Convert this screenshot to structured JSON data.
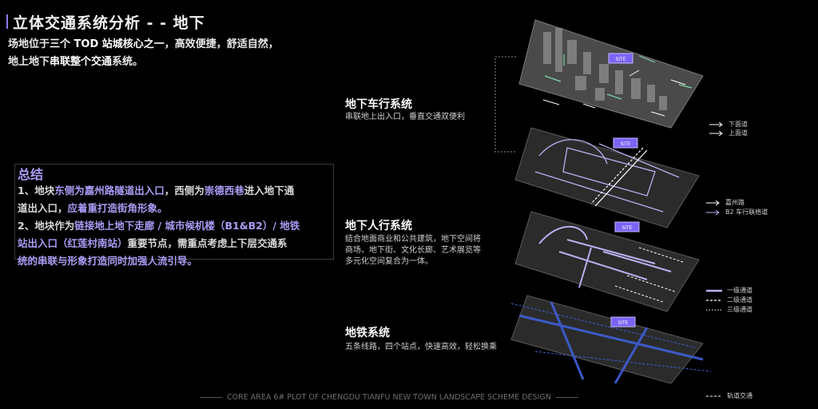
{
  "header": {
    "title": "立体交通系统分析 - - 地下",
    "intro_line1_pre": "场地位于",
    "intro_line1_hl": "三个 TOD 站城核心之一",
    "intro_line1_post": "，高效便捷，舒适自然，",
    "intro_line2_pre": "地上地下",
    "intro_line2_hl": "串联整个交通",
    "intro_line2_post": "系统。"
  },
  "summary": {
    "title": "总结",
    "p1_a": "1、地块",
    "p1_b": "东侧为嘉州路隧道出入口",
    "p1_c": "，西侧为",
    "p1_d": "崇德西巷",
    "p1_e": "进入地下通",
    "p1_f": "道出入口，",
    "p1_g": "应着重打造街角形象。",
    "p2_a": "2、地块作为",
    "p2_b": "链接地上地下走廊 / 城市候机楼（B1&B2）/ 地铁",
    "p2_c": "站出入口（红莲村南站）",
    "p2_d": "重要节点，需重点考虑上下层交通系",
    "p2_e": "统的串联与形象打造同时加强人流引导。"
  },
  "sections": {
    "vehicle_title": "地下车行系统",
    "vehicle_desc": "串联地上出入口，垂直交通双便利",
    "pedestrian_title": "地下人行系统",
    "pedestrian_desc": "结合地面商业和公共建筑，地下空间将商场、地下街、文化长廊、艺术展览等多元化空间复合为一体。",
    "metro_title": "地铁系统",
    "metro_desc": "五条线路，四个站点，快速高效，轻松换乘"
  },
  "legend": {
    "surface_in": "下面道",
    "surface_out": "上面道",
    "vehicle_a": "嘉州路",
    "vehicle_b": "B2 车行联络道",
    "ped_1": "一级通道",
    "ped_2": "二级通道",
    "ped_3": "三级通道",
    "metro": "轨道交通"
  },
  "site_label": "SITE",
  "footer": "CORE AREA 6# PLOT OF CHENGDU TIANFU NEW TOWN LANDSCAPE SCHEME DESIGN",
  "colors": {
    "accent": "#a99cf5",
    "site": "#7a63f5",
    "layer": "#2b2b2b",
    "path": "#b8b0ee",
    "metro": "#3f5fd6"
  }
}
